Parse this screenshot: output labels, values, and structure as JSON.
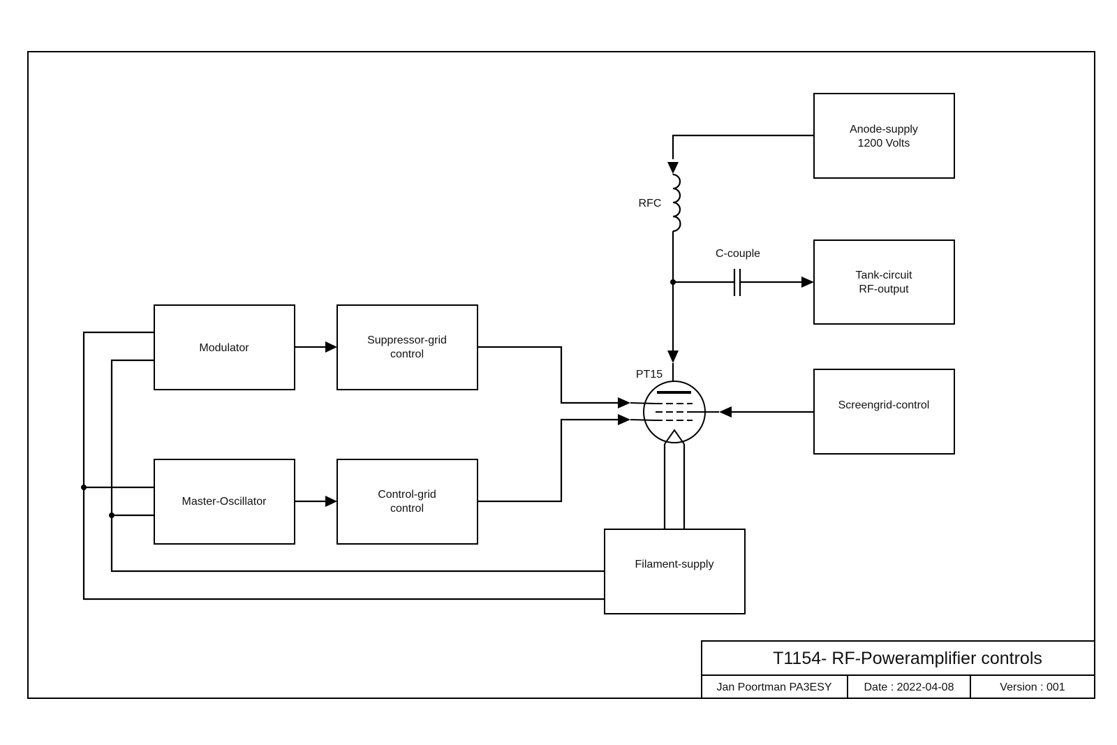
{
  "blocks": {
    "anode_supply": {
      "line1": "Anode-supply",
      "line2": "1200 Volts"
    },
    "tank_circuit": {
      "line1": "Tank-circuit",
      "line2": "RF-output"
    },
    "screengrid": {
      "line1": "Screengrid-control"
    },
    "modulator": {
      "line1": "Modulator"
    },
    "suppressor": {
      "line1": "Suppressor-grid",
      "line2": "control"
    },
    "master_osc": {
      "line1": "Master-Oscillator"
    },
    "control_grid": {
      "line1": "Control-grid",
      "line2": "control"
    },
    "filament": {
      "line1": "Filament-supply"
    }
  },
  "components": {
    "rfc": "RFC",
    "c_couple": "C-couple",
    "tube": "PT15"
  },
  "title_block": {
    "title": "T1154- RF-Poweramplifier controls",
    "author": "Jan Poortman PA3ESY",
    "date": "Date : 2022-04-08",
    "version": "Version : 001"
  }
}
